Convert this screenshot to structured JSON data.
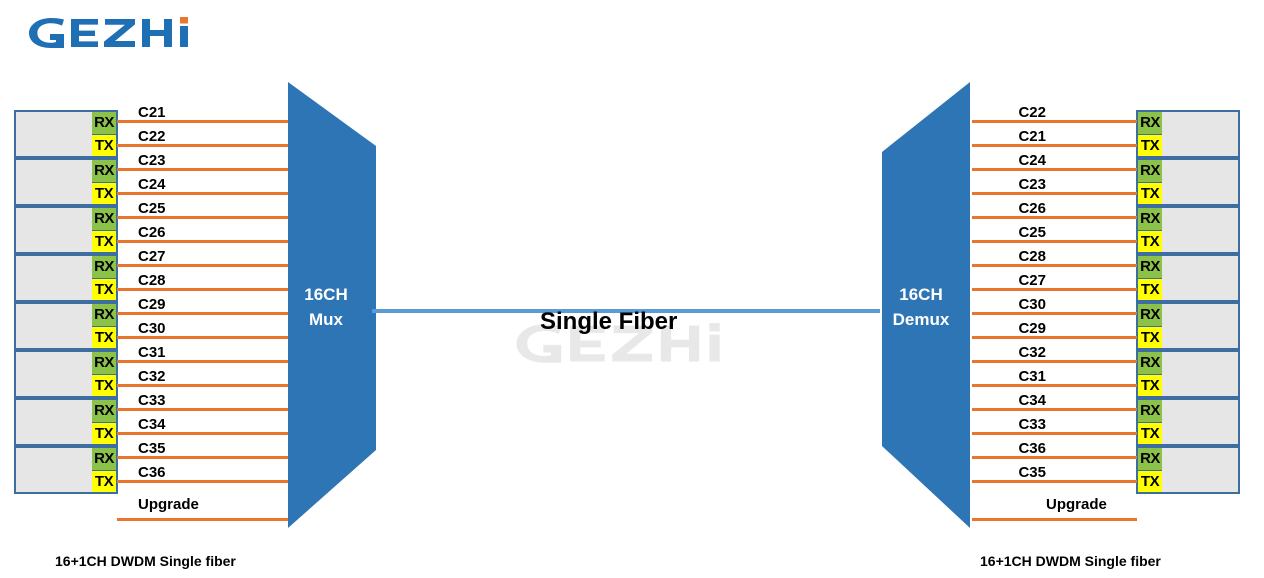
{
  "brand": {
    "name": "GEZHI",
    "logo_color": "#1f6fb5",
    "logo_accent_color": "#e8772e",
    "watermark_text": "GEZHI",
    "watermark_color": "#e8e8e8"
  },
  "colors": {
    "wire": "#e8772e",
    "mux_fill": "#2e75b6",
    "fiber": "#5b9bd5",
    "device_border": "#3c6e9f",
    "device_fill": "#e6e6e6",
    "rx_fill": "#8bc34a",
    "tx_fill": "#ffff00"
  },
  "center": {
    "fiber_label": "Single Fiber"
  },
  "mux": {
    "line1": "16CH",
    "line2": "Mux"
  },
  "demux": {
    "line1": "16CH",
    "line2": "Demux"
  },
  "left": {
    "caption": "16+1CH DWDM Single fiber",
    "port_rx": "RX",
    "port_tx": "TX",
    "upgrade_label": "Upgrade",
    "channels": [
      "C21",
      "C22",
      "C23",
      "C24",
      "C25",
      "C26",
      "C27",
      "C28",
      "C29",
      "C30",
      "C31",
      "C32",
      "C33",
      "C34",
      "C35",
      "C36"
    ]
  },
  "right": {
    "caption": "16+1CH DWDM Single fiber",
    "port_rx": "RX",
    "port_tx": "TX",
    "upgrade_label": "Upgrade",
    "channels": [
      "C22",
      "C21",
      "C24",
      "C23",
      "C26",
      "C25",
      "C28",
      "C27",
      "C30",
      "C29",
      "C32",
      "C31",
      "C34",
      "C33",
      "C36",
      "C35"
    ]
  }
}
